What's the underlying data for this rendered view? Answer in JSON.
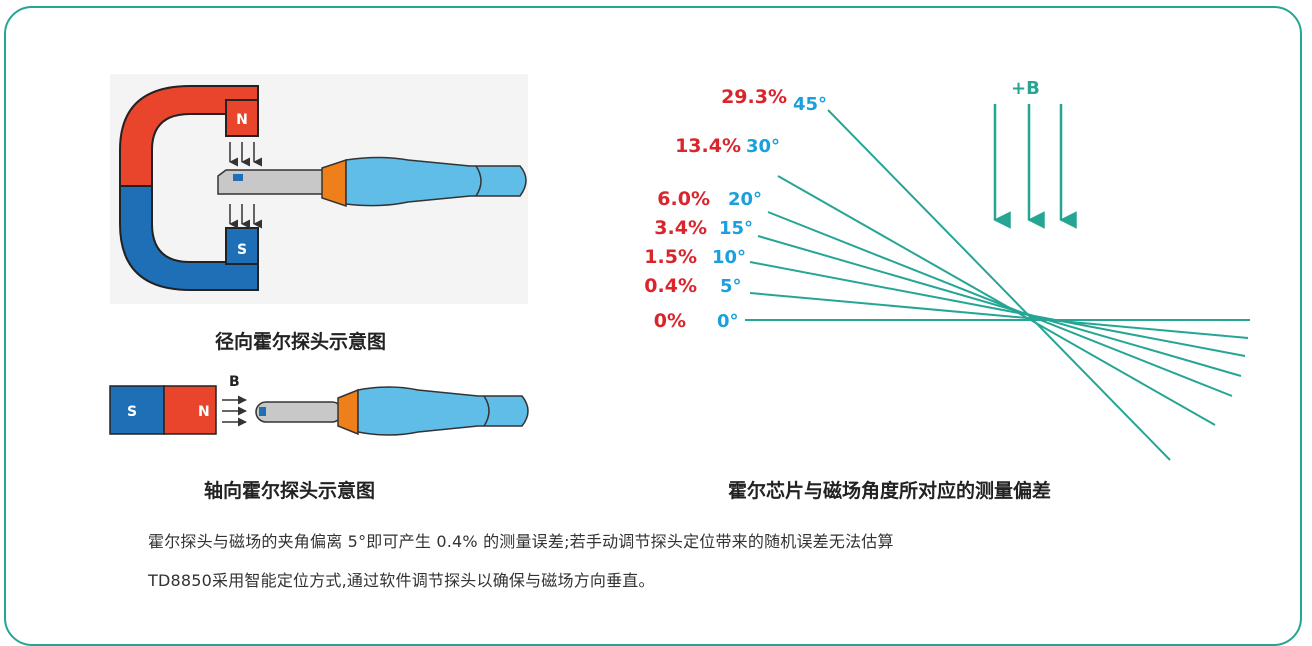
{
  "radial_caption": "径向霍尔探头示意图",
  "axial_caption": "轴向霍尔探头示意图",
  "chart_caption": "霍尔芯片与磁场角度所对应的测量偏差",
  "description": [
    "霍尔探头与磁场的夹角偏离 5°即可产生 0.4% 的测量误差;若手动调节探头定位带来的随机误差无法估算",
    "TD8850采用智能定位方式,通过软件调节探头以确保与磁场方向垂直。"
  ],
  "magnet_labels": {
    "north": "N",
    "south": "S"
  },
  "axial_field_label": "B",
  "field_label": "+B",
  "colors": {
    "teal": "#26a595",
    "red": "#d9252b",
    "blue": "#1aa0dd",
    "magnet_red": "#e8452c",
    "magnet_blue": "#1f6fb7",
    "probe": "#5fbde8",
    "orange": "#ee7f1a"
  },
  "angle_deviation": {
    "rows": [
      {
        "angle": "45°",
        "deviation": "29.3%"
      },
      {
        "angle": "30°",
        "deviation": "13.4%"
      },
      {
        "angle": "20°",
        "deviation": "6.0%"
      },
      {
        "angle": "15°",
        "deviation": "3.4%"
      },
      {
        "angle": "10°",
        "deviation": "1.5%"
      },
      {
        "angle": "5°",
        "deviation": "0.4%"
      },
      {
        "angle": "0°",
        "deviation": "0%"
      }
    ]
  }
}
